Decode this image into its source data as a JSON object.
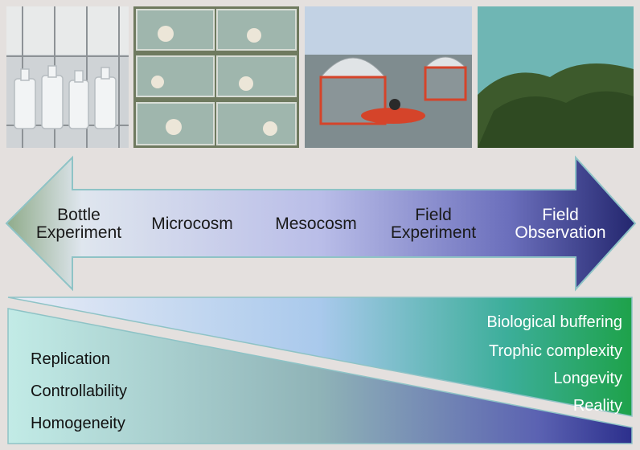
{
  "stages": [
    {
      "line1": "Bottle",
      "line2": "Experiment"
    },
    {
      "line1": "Microcosm",
      "line2": ""
    },
    {
      "line1": "Mesocosm",
      "line2": ""
    },
    {
      "line1": "Field",
      "line2": "Experiment"
    },
    {
      "line1": "Field",
      "line2": "Observation"
    }
  ],
  "left_properties": [
    "Replication",
    "Controllability",
    "Homogeneity"
  ],
  "right_properties": [
    "Biological buffering",
    "Trophic complexity",
    "Longevity",
    "Reality"
  ],
  "colors": {
    "arrow_left": "#9fb59b",
    "arrow_right": "#2a2d78",
    "wedge_left": "#bfe8e4",
    "wedge_right": "#2e2f8a",
    "upper_wedge_right": "#23a24e"
  }
}
